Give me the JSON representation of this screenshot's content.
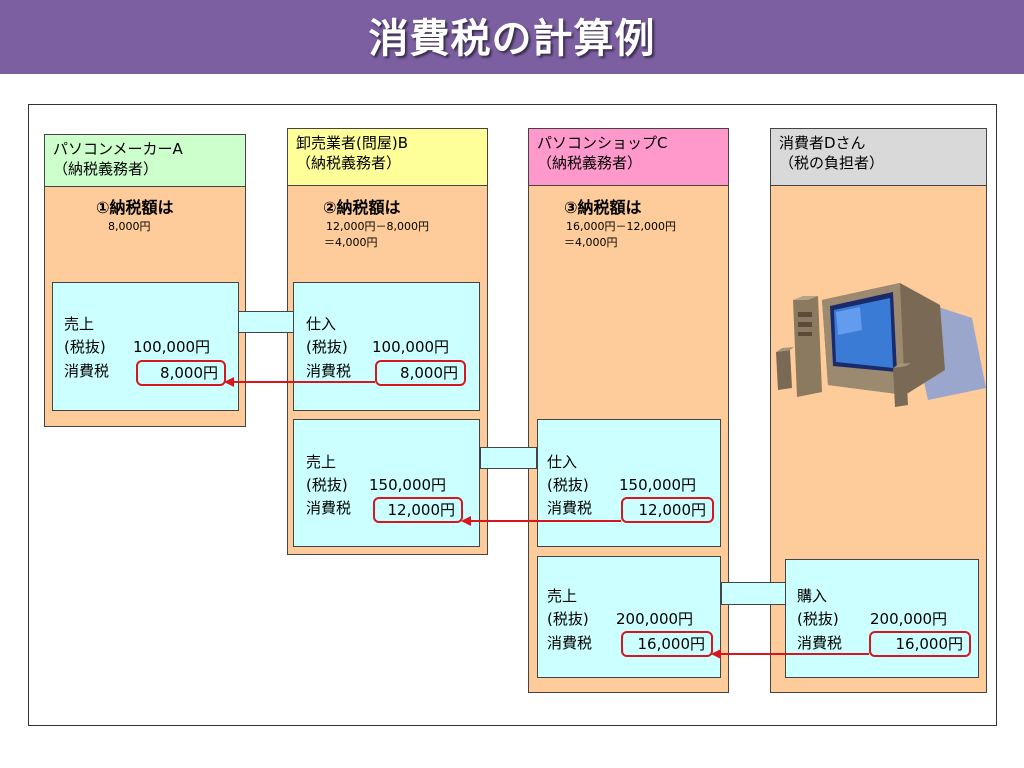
{
  "title": "消費税の計算例",
  "colors": {
    "title_bg": "#7b5fa0",
    "column_bg": "#fdcc9a",
    "box_bg": "#ccffff",
    "arrow": "#d7161d",
    "header_a": "#ccffcc",
    "header_b": "#ffff99",
    "header_c": "#ff99cc",
    "header_d": "#d9d9d9"
  },
  "columns": {
    "a": {
      "header_line1": "パソコンメーカーA",
      "header_line2": "（納税義務者）",
      "amount_title": "①納税額は",
      "calc_line1": "8,000円",
      "calc_line2": ""
    },
    "b": {
      "header_line1": "卸売業者(問屋)B",
      "header_line2": "（納税義務者）",
      "amount_title": "②納税額は",
      "calc_line1": "12,000円－8,000円",
      "calc_line2": "＝4,000円"
    },
    "c": {
      "header_line1": "パソコンショップC",
      "header_line2": "（納税義務者）",
      "amount_title": "③納税額は",
      "calc_line1": "16,000円－12,000円",
      "calc_line2": "＝4,000円"
    },
    "d": {
      "header_line1": "消費者Dさん",
      "header_line2": "（税の負担者）",
      "image": "personal-computer-illustration"
    }
  },
  "boxes": {
    "a_sale": {
      "title": "売上",
      "net_label": "(税抜)",
      "net_value": "100,000円",
      "tax_label": "消費税",
      "tax_value": "8,000円"
    },
    "b_purchase": {
      "title": "仕入",
      "net_label": "(税抜)",
      "net_value": "100,000円",
      "tax_label": "消費税",
      "tax_value": "8,000円"
    },
    "b_sale": {
      "title": "売上",
      "net_label": "(税抜)",
      "net_value": "150,000円",
      "tax_label": "消費税",
      "tax_value": "12,000円"
    },
    "c_purchase": {
      "title": "仕入",
      "net_label": "(税抜)",
      "net_value": "150,000円",
      "tax_label": "消費税",
      "tax_value": "12,000円"
    },
    "c_sale": {
      "title": "売上",
      "net_label": "(税抜)",
      "net_value": "200,000円",
      "tax_label": "消費税",
      "tax_value": "16,000円"
    },
    "d_purchase": {
      "title": "購入",
      "net_label": "(税抜)",
      "net_value": "200,000円",
      "tax_label": "消費税",
      "tax_value": "16,000円"
    }
  }
}
